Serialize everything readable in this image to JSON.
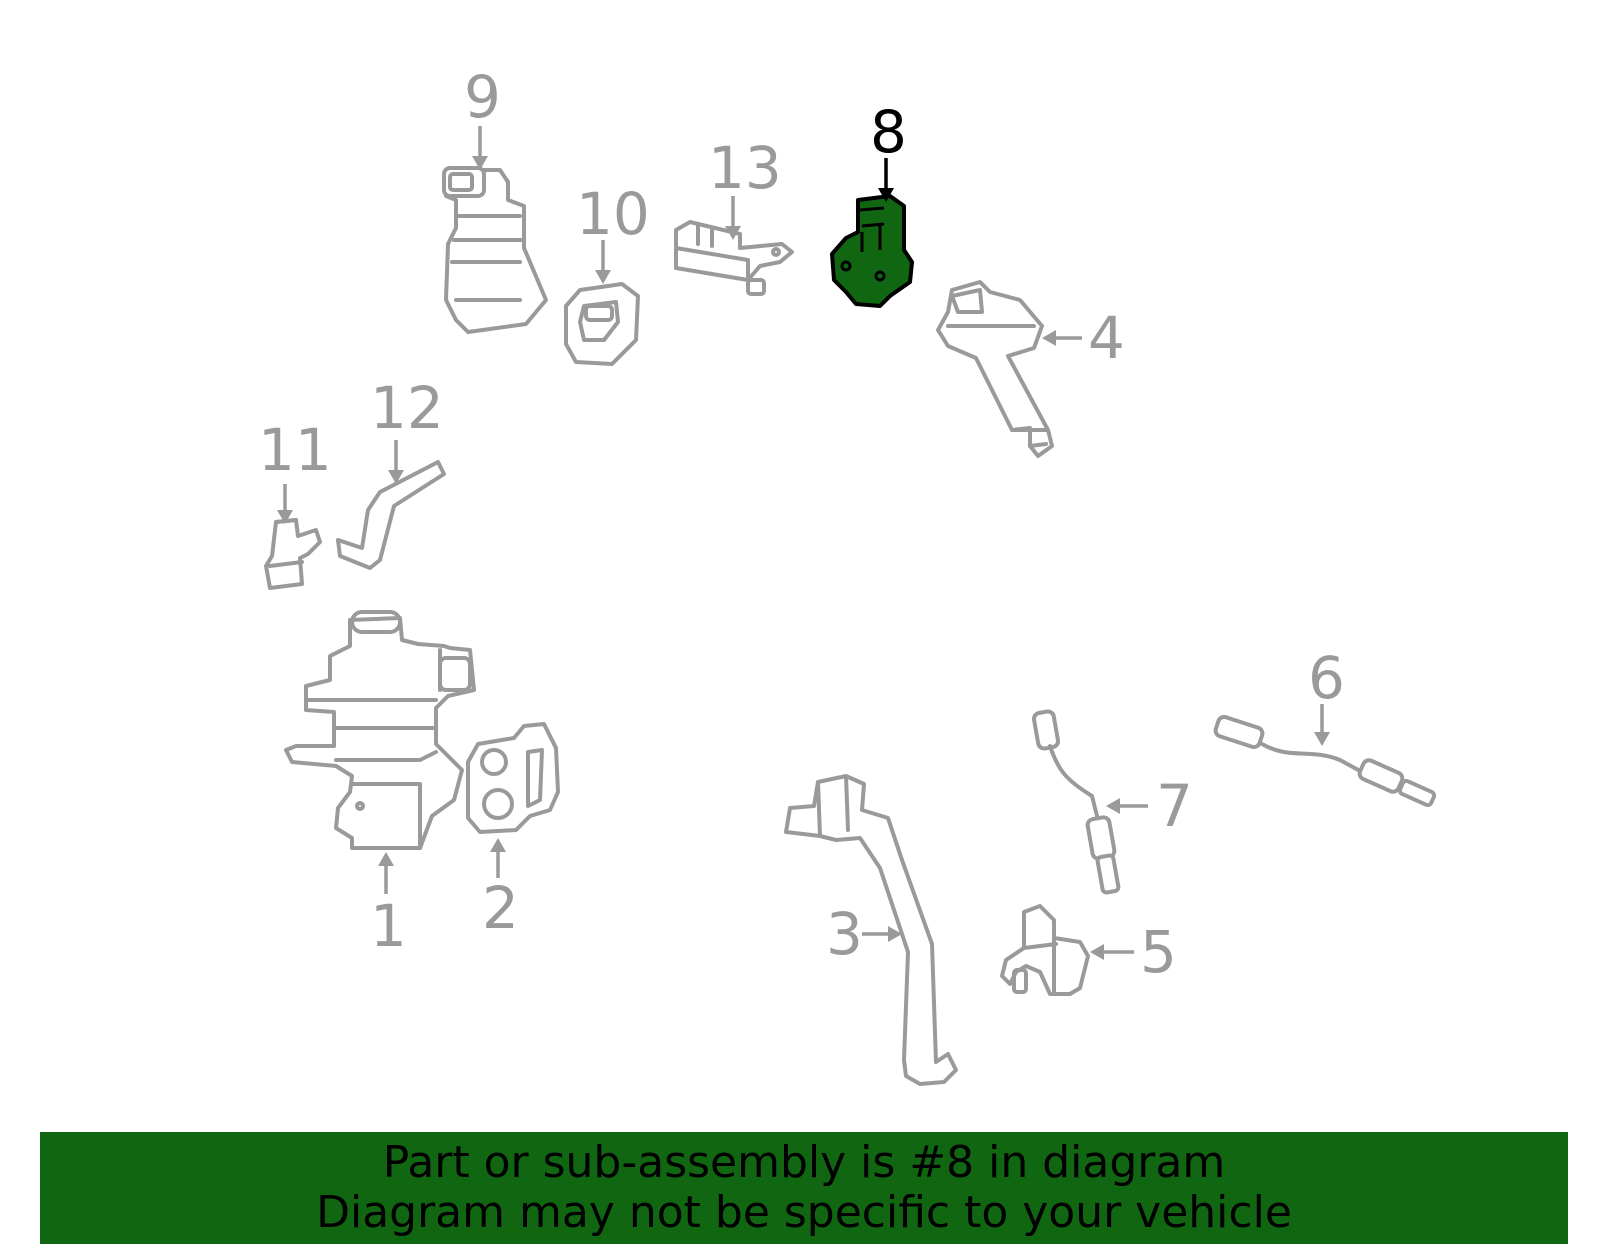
{
  "callouts": {
    "c1": "1",
    "c2": "2",
    "c3": "3",
    "c4": "4",
    "c5": "5",
    "c6": "6",
    "c7": "7",
    "c8": "8",
    "c9": "9",
    "c10": "10",
    "c11": "11",
    "c12": "12",
    "c13": "13"
  },
  "highlight": {
    "part": "8",
    "color": "#116611"
  },
  "banner": {
    "line1": "Part or sub-assembly is #8 in diagram",
    "line2": "Diagram may not be specific to your vehicle",
    "background": "#116611"
  }
}
